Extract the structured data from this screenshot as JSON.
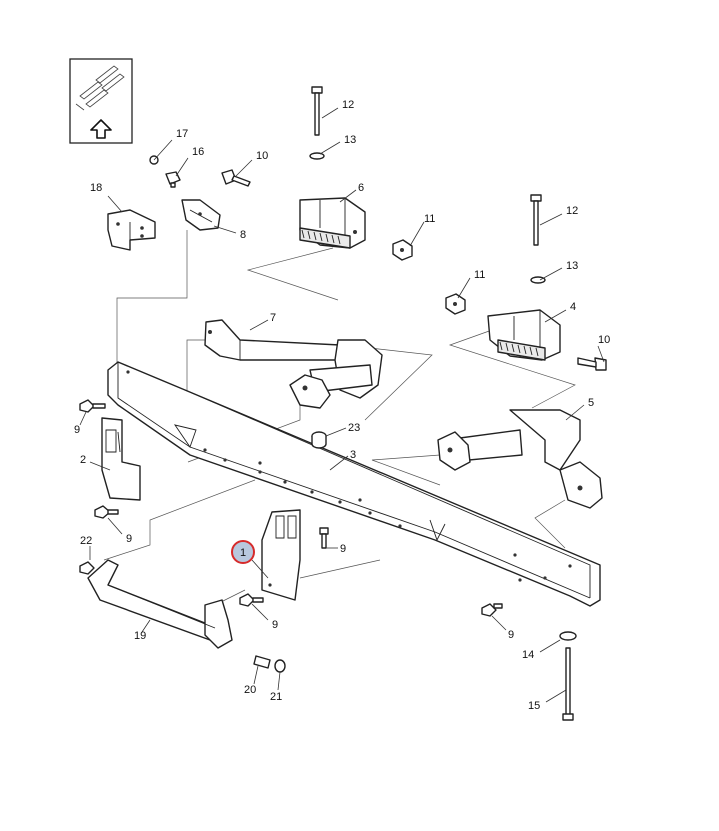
{
  "diagram": {
    "callouts": [
      {
        "label": "17"
      },
      {
        "label": "16"
      },
      {
        "label": "18"
      },
      {
        "label": "8"
      },
      {
        "label": "10"
      },
      {
        "label": "12"
      },
      {
        "label": "13"
      },
      {
        "label": "6"
      },
      {
        "label": "11"
      },
      {
        "label": "12"
      },
      {
        "label": "13"
      },
      {
        "label": "11"
      },
      {
        "label": "4"
      },
      {
        "label": "10"
      },
      {
        "label": "7"
      },
      {
        "label": "5"
      },
      {
        "label": "9"
      },
      {
        "label": "2"
      },
      {
        "label": "9"
      },
      {
        "label": "23"
      },
      {
        "label": "3"
      },
      {
        "label": "1"
      },
      {
        "label": "9"
      },
      {
        "label": "9"
      },
      {
        "label": "22"
      },
      {
        "label": "19"
      },
      {
        "label": "20"
      },
      {
        "label": "21"
      },
      {
        "label": "9"
      },
      {
        "label": "14"
      },
      {
        "label": "15"
      }
    ],
    "highlight": {
      "label": "1",
      "color": "#d62b2b",
      "fill": "#b8c8de"
    },
    "view_icon": "assembly-view-arrow-up-icon"
  }
}
